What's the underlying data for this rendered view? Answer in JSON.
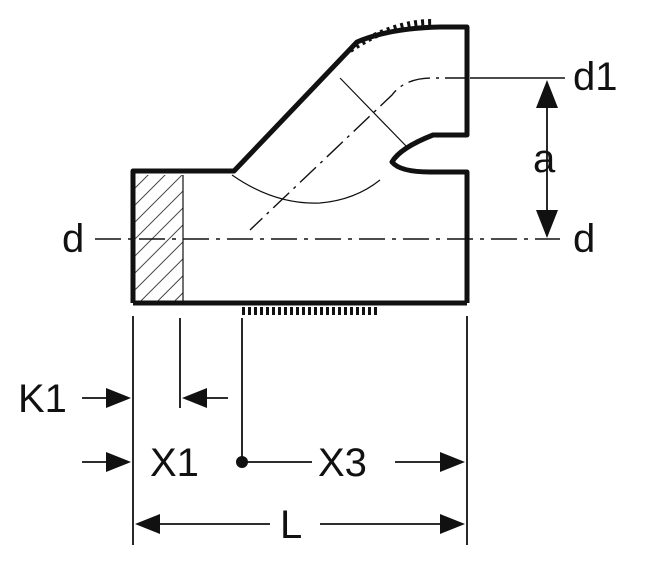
{
  "diagram": {
    "labels": {
      "d_left": "d",
      "d_right": "d",
      "d1": "d1",
      "a": "a",
      "K1": "K1",
      "X1": "X1",
      "X3": "X3",
      "L": "L"
    },
    "colors": {
      "ink": "#111111",
      "background": "#ffffff"
    }
  }
}
